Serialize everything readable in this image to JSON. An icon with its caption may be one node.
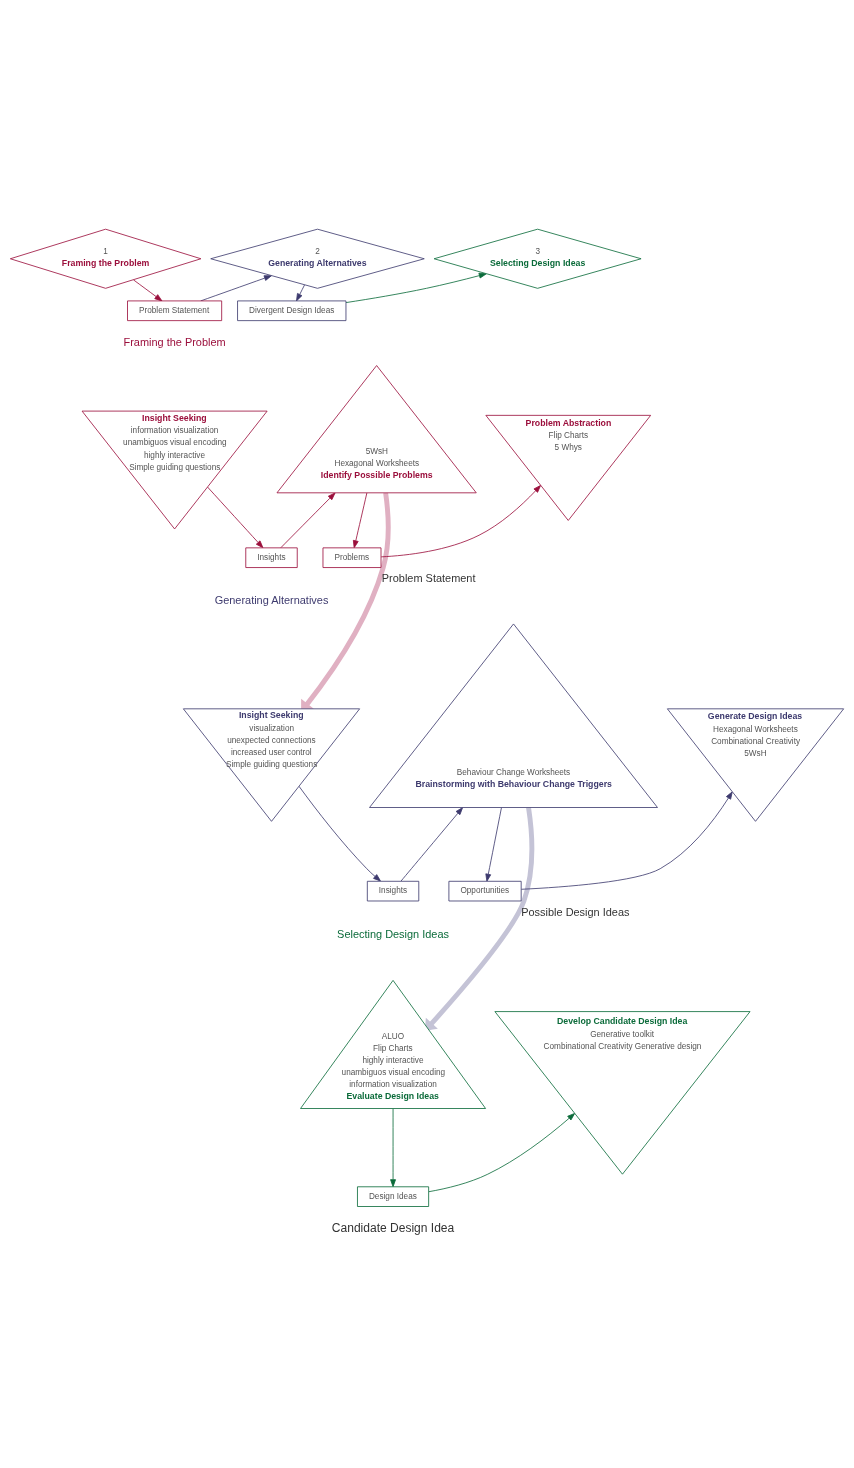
{
  "diagram": {
    "nodes": [
      {
        "text": [
          "1",
          "Framing the Problem"
        ]
      },
      {
        "text": [
          "2",
          "Generating Alternatives"
        ]
      },
      {
        "text": [
          "3",
          "Selecting Design Ideas"
        ]
      },
      {
        "text": [
          "Problem Statement"
        ]
      },
      {
        "text": [
          "Divergent Design Ideas"
        ]
      },
      {
        "text": [
          "Insight Seeking",
          "information visualization",
          "unambiguos visual encoding",
          "highly interactive",
          "Simple guiding questions"
        ]
      },
      {
        "text": [
          "Insights"
        ]
      },
      {
        "text": [
          "5WsH",
          "Hexagonal Worksheets",
          "Identify Possible Problems"
        ]
      },
      {
        "text": [
          "Problems"
        ]
      },
      {
        "text": [
          "Problem Abstraction",
          "Flip Charts",
          "5 Whys"
        ]
      },
      {
        "text": [
          "Insight Seeking",
          "visualization",
          "unexpected connections",
          "increased user control",
          "Simple guiding questions"
        ]
      },
      {
        "text": [
          "Insights"
        ]
      },
      {
        "text": [
          "Behaviour Change Worksheets",
          "Brainstorming with Behaviour Change Triggers"
        ]
      },
      {
        "text": [
          "Opportunities"
        ]
      },
      {
        "text": [
          "Generate Design Ideas",
          "Hexagonal Worksheets",
          "Combinational Creativity",
          "5WsH"
        ]
      },
      {
        "text": [
          "ALUO",
          "Flip Charts",
          "highly interactive",
          "unambiguos visual encoding",
          "information visualization",
          "Evaluate Design Ideas"
        ]
      },
      {
        "text": [
          "Design Ideas"
        ]
      },
      {
        "text": [
          "Develop Candidate Design Idea",
          "Generative toolkit",
          "Combinational Creativity Generative design"
        ]
      }
    ],
    "edges": [
      {
        "from": 0,
        "to": 3,
        "arrow": "to",
        "color": "#9b0f3c"
      },
      {
        "from": 3,
        "to": 1,
        "arrow": "to",
        "color": "#3d3a6e"
      },
      {
        "from": 1,
        "to": 4,
        "arrow": "to",
        "color": "#3d3a6e"
      },
      {
        "from": 4,
        "to": 2,
        "arrow": "to",
        "color": "#0b6b3a"
      },
      {
        "from": 5,
        "to": 6,
        "arrow": "to",
        "color": "#9b0f3c"
      },
      {
        "from": 6,
        "to": 7,
        "arrow": "to",
        "color": "#9b0f3c"
      },
      {
        "from": 7,
        "to": 8,
        "arrow": "to",
        "color": "#9b0f3c"
      },
      {
        "from": 8,
        "to": 9,
        "arrow": "to",
        "color": "#9b0f3c"
      },
      {
        "from": 7,
        "to": 10,
        "arrow": "to",
        "label": "Problem Statement",
        "style": "thick",
        "color": "#e0b0c2"
      },
      {
        "from": 10,
        "to": 11,
        "arrow": "to",
        "color": "#3d3a6e"
      },
      {
        "from": 11,
        "to": 12,
        "arrow": "to",
        "color": "#3d3a6e"
      },
      {
        "from": 12,
        "to": 13,
        "arrow": "to",
        "color": "#3d3a6e"
      },
      {
        "from": 13,
        "to": 14,
        "arrow": "to",
        "color": "#3d3a6e"
      },
      {
        "from": 12,
        "to": 15,
        "arrow": "to",
        "label": "Possible Design Ideas",
        "style": "thick",
        "color": "#c4c3d6"
      },
      {
        "from": 15,
        "to": 16,
        "arrow": "to",
        "color": "#0b6b3a"
      },
      {
        "from": 16,
        "to": 17,
        "arrow": "to",
        "color": "#0b6b3a"
      }
    ],
    "labels": [
      "Framing the Problem",
      "Generating Alternatives",
      "Selecting Design Ideas",
      "Candidate Design Idea"
    ]
  }
}
